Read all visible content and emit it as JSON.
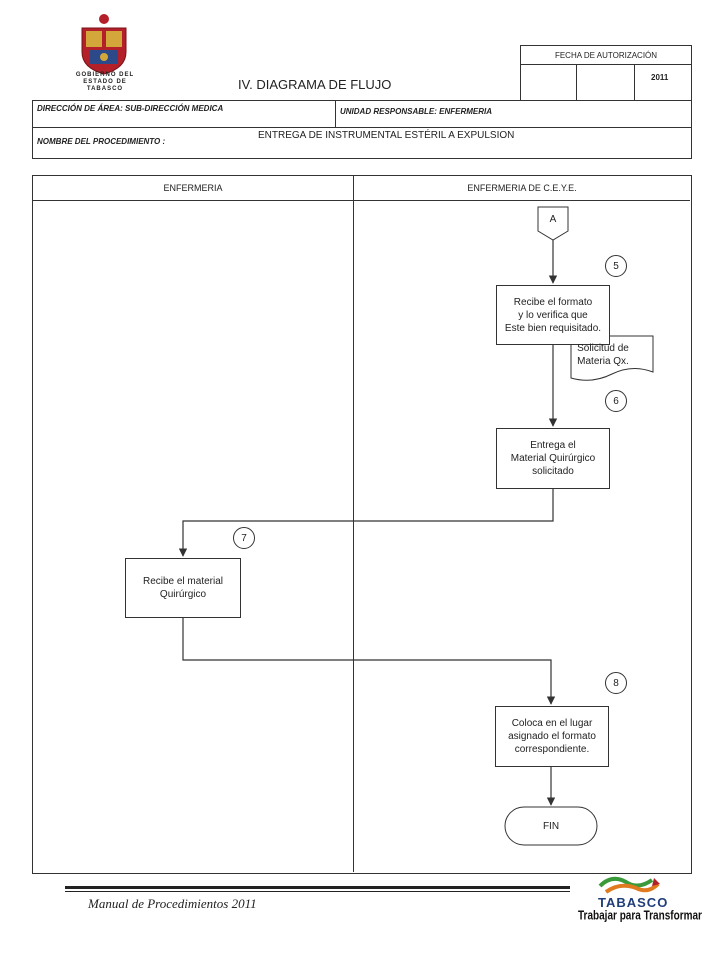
{
  "header": {
    "title": "IV. DIAGRAMA  DE FLUJO",
    "logo_text": [
      "GOBIERNO DEL",
      "ESTADO DE",
      "TABASCO"
    ],
    "fecha_label": "FECHA DE AUTORIZACIÓN",
    "fecha_year": "2011",
    "direccion_label": "DIRECCIÓN DE ÁREA: SUB-DIRECCIÓN MEDICA",
    "unidad_label": "UNIDAD RESPONSABLE: ENFERMERIA",
    "procedimiento_label": "NOMBRE DEL PROCEDIMIENTO :",
    "procedimiento_value": "ENTREGA DE INSTRUMENTAL ESTÉRIL A EXPULSION"
  },
  "lanes": {
    "left": "ENFERMERIA",
    "right": "ENFERMERIA DE C.E.Y.E."
  },
  "flow": {
    "connector": "A",
    "steps": {
      "s5": "5",
      "s6": "6",
      "s7": "7",
      "s8": "8"
    },
    "box_recibe_formato": [
      "Recibe el formato",
      "y lo verifica que",
      "Este bien requisitado."
    ],
    "doc_solicitud": [
      "Solicitud de",
      "Materia Qx."
    ],
    "box_entrega": [
      "Entrega el",
      "Material Quirúrgico",
      "solicitado"
    ],
    "box_recibe_material": [
      "Recibe el material",
      "Quirúrgico"
    ],
    "box_coloca": [
      "Coloca en el lugar",
      "asignado el formato",
      "correspondiente."
    ],
    "end": "FIN"
  },
  "footer": {
    "manual": "Manual de Procedimientos 2011",
    "brand": "TABASCO",
    "slogan": "Trabajar para Transformar"
  },
  "colors": {
    "line": "#333333",
    "logo_red": "#b3202a",
    "logo_gold": "#d4a73a",
    "brand_blue": "#1f3d7a",
    "brand_green": "#3a9a3a",
    "brand_orange": "#e07a1f"
  }
}
